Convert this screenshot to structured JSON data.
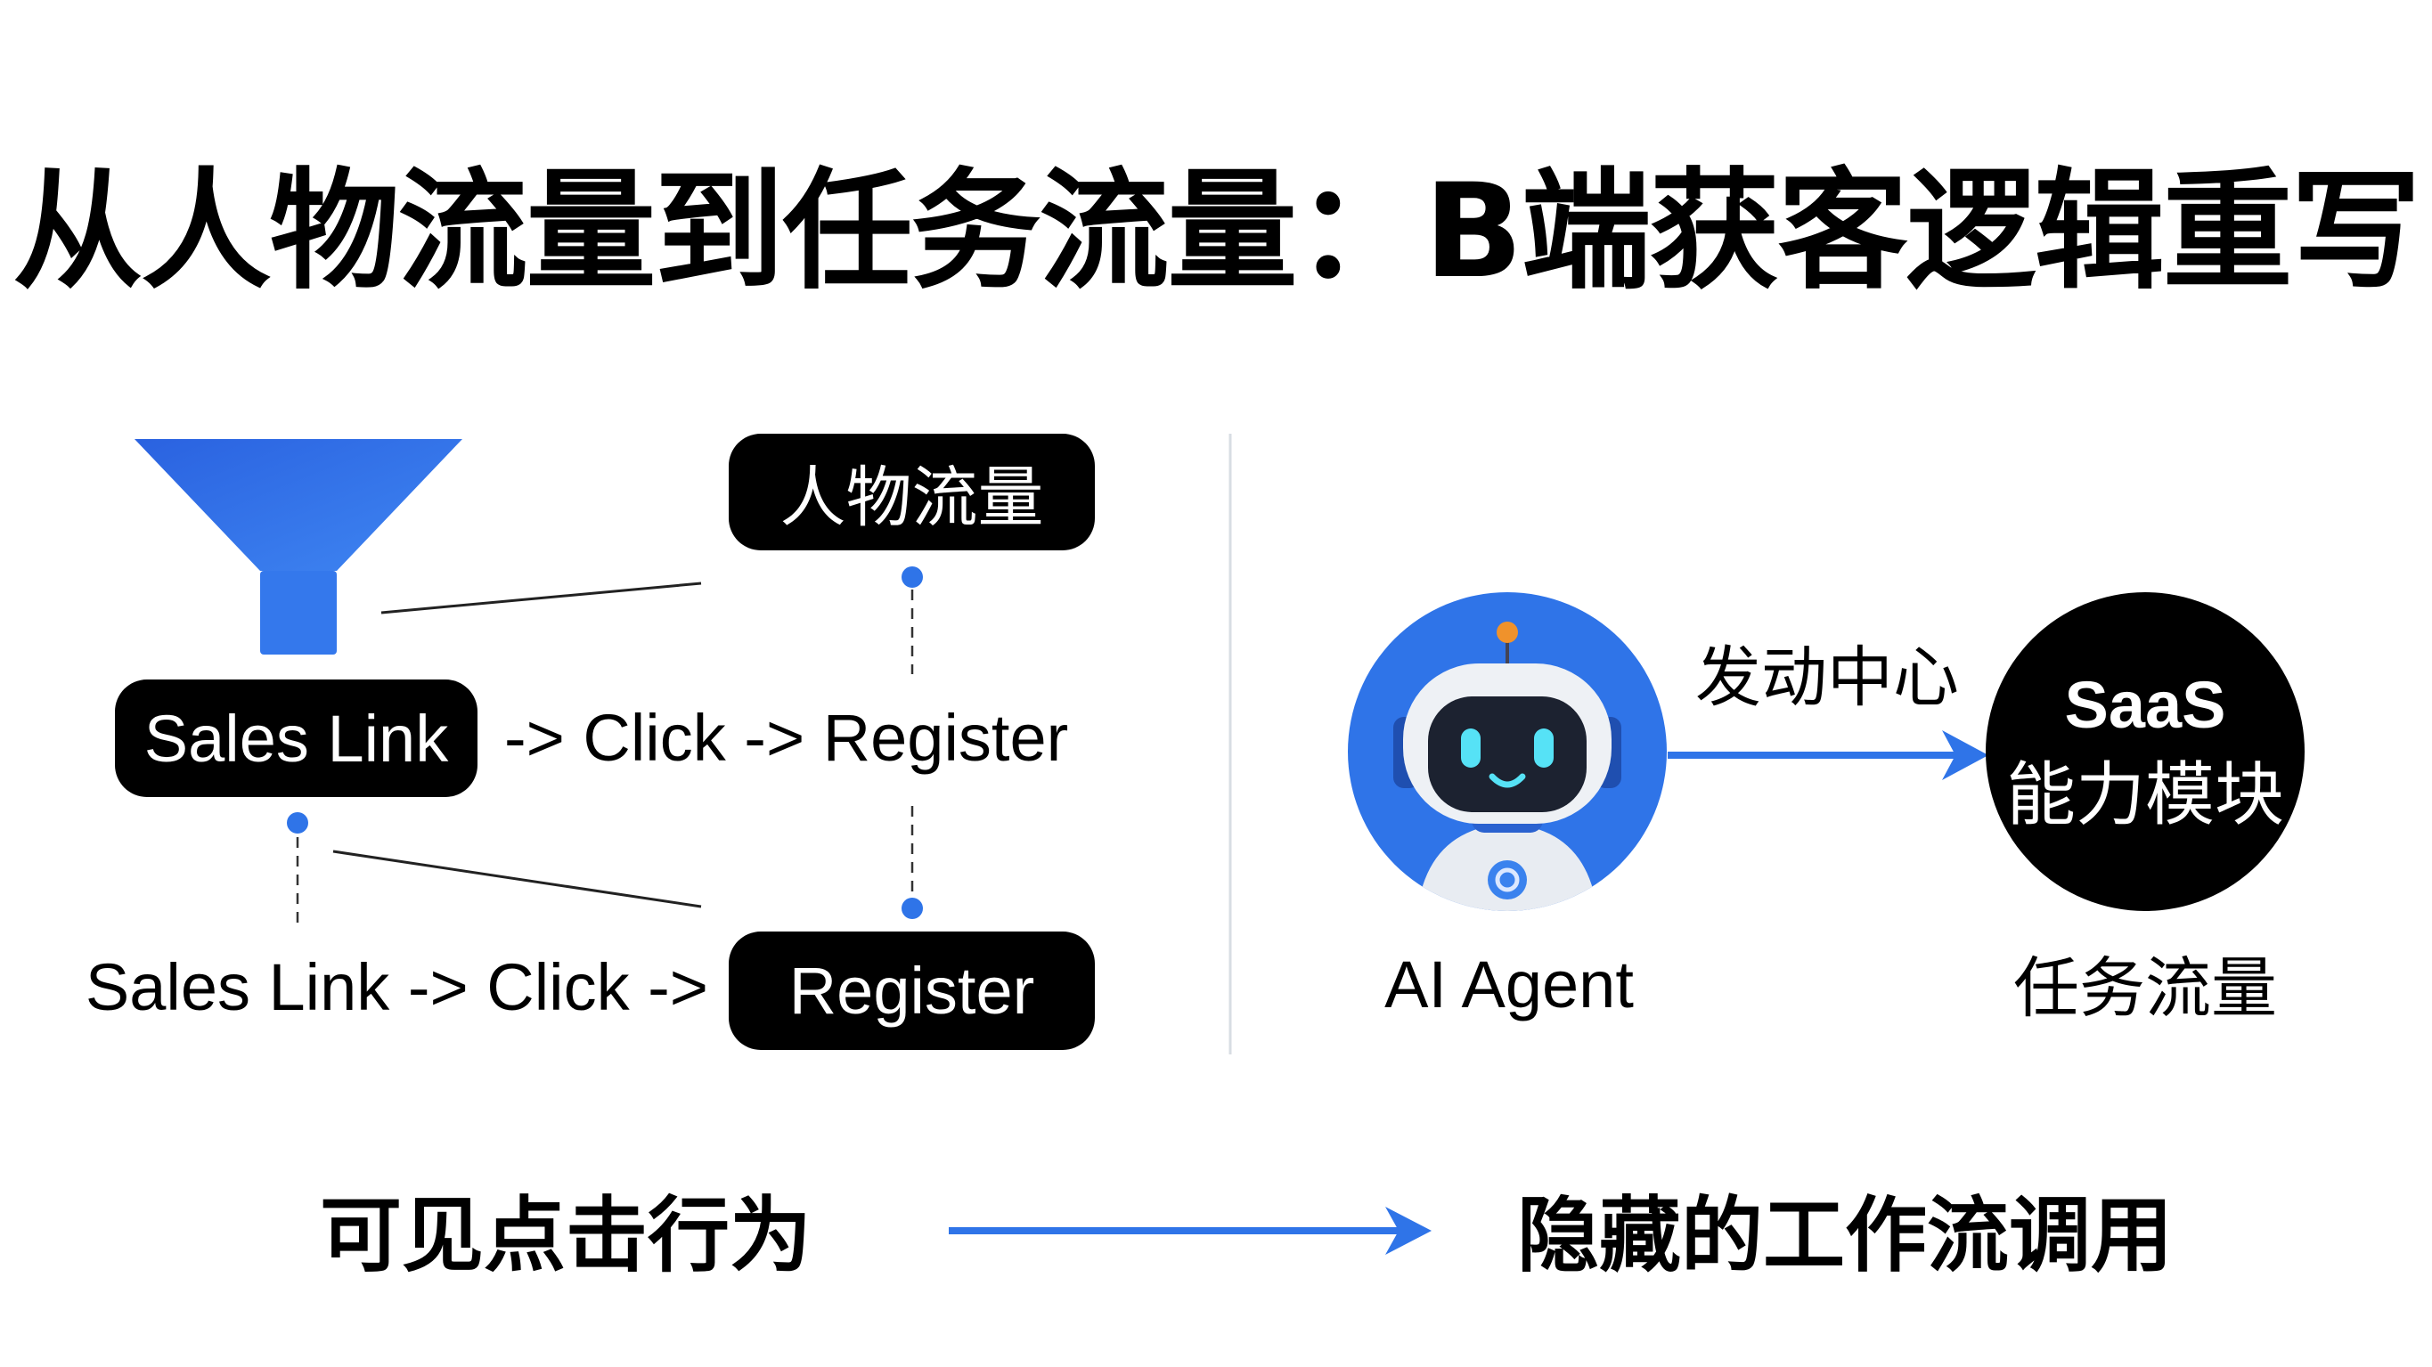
{
  "title": "从人物流量到任务流量：B端获客逻辑重写",
  "left": {
    "people_traffic_label": "人物流量",
    "sales_link_label": "Sales Link",
    "flow_text_top": "-> Click -> Register",
    "flow_text_bottom": "Sales Link -> Click ->",
    "register_label": "Register"
  },
  "right": {
    "arrow_label": "发动中心",
    "agent_label": "AI Agent",
    "saas_title": "SaaS",
    "saas_subtitle": "能力模块",
    "task_traffic_label": "任务流量"
  },
  "bottom": {
    "from_label": "可见点击行为",
    "to_label": "隐藏的工作流调用"
  },
  "colors": {
    "accent": "#2f74e8",
    "dark": "#000000",
    "divider": "#d8dde3"
  }
}
